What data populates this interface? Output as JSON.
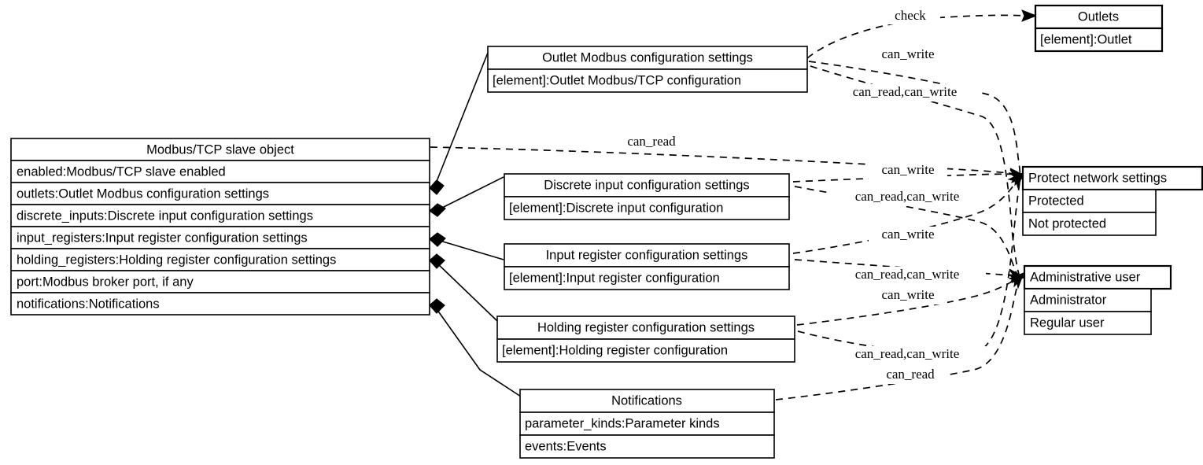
{
  "diagram": {
    "type": "uml-class-diagram",
    "title": "Modbus/TCP slave object configuration model",
    "background": "#ffffff",
    "line_color": "#000000"
  },
  "nodes": {
    "modbus_slave": {
      "name": "modbus-tcp-slave-object",
      "title": "Modbus/TCP slave object",
      "rows": [
        "enabled:Modbus/TCP slave enabled",
        "outlets:Outlet Modbus configuration settings",
        "discrete_inputs:Discrete input configuration settings",
        "input_registers:Input register configuration settings",
        "holding_registers:Holding register configuration settings",
        "port:Modbus broker port, if any",
        "notifications:Notifications"
      ]
    },
    "outlet_cfg": {
      "name": "outlet-modbus-configuration-settings",
      "title": "Outlet Modbus configuration settings",
      "rows": [
        "[element]:Outlet Modbus/TCP configuration"
      ]
    },
    "discrete_cfg": {
      "name": "discrete-input-configuration-settings",
      "title": "Discrete input configuration settings",
      "rows": [
        "[element]:Discrete input configuration"
      ]
    },
    "input_reg_cfg": {
      "name": "input-register-configuration-settings",
      "title": "Input register configuration settings",
      "rows": [
        "[element]:Input register configuration"
      ]
    },
    "holding_reg_cfg": {
      "name": "holding-register-configuration-settings",
      "title": "Holding register configuration settings",
      "rows": [
        "[element]:Holding register configuration"
      ]
    },
    "notifications": {
      "name": "notifications",
      "title": "Notifications",
      "rows": [
        "parameter_kinds:Parameter kinds",
        "events:Events"
      ]
    },
    "outlets": {
      "name": "outlets",
      "title": "Outlets",
      "rows": [
        "[element]:Outlet"
      ]
    },
    "protect_network": {
      "name": "protect-network-settings",
      "title": "Protect network settings",
      "rows": [
        "Protected",
        "Not protected"
      ]
    },
    "admin_user": {
      "name": "administrative-user",
      "title": "Administrative user",
      "rows": [
        "Administrator",
        "Regular user"
      ]
    }
  },
  "edge_labels": {
    "check": "check",
    "can_write_outlet": "can_write",
    "can_read_can_write_outlet": "can_read,can_write",
    "can_read_slave": "can_read",
    "can_write_discrete": "can_write",
    "can_read_can_write_discrete": "can_read,can_write",
    "can_write_inputreg": "can_write",
    "can_read_can_write_inputreg": "can_read,can_write",
    "can_write_holding": "can_write",
    "can_read_can_write_holding": "can_read,can_write",
    "can_read_notifications": "can_read"
  }
}
